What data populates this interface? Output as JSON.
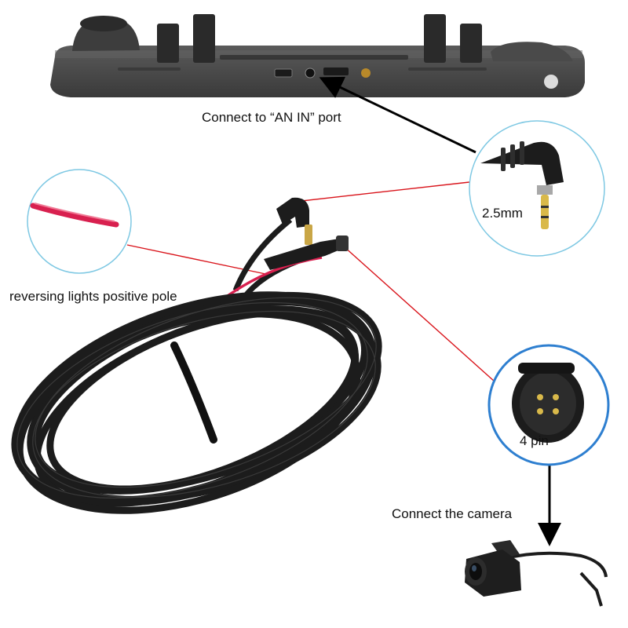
{
  "labels": {
    "an_in_port": "Connect to “AN IN” port",
    "jack_size": "2.5mm",
    "reversing_lights": "reversing lights positive pole",
    "pin_count": "4 pin",
    "connect_camera": "Connect the camera"
  },
  "colors": {
    "pointer_line": "#d9141b",
    "arrow": "#000000",
    "callout_ring": "#7ec8e3",
    "callout_ring_strong": "#2e7fd0",
    "cable": "#1c1c1c",
    "red_wire": "#d8204f",
    "device_body": "#4a4a4a"
  },
  "icons": {
    "device": "rearview-mirror-dashcam",
    "plug_25mm": "angled-2.5mm-jack-icon",
    "red_wire": "red-wire-icon",
    "connector_4pin": "4-pin-connector-icon",
    "camera": "rear-camera-icon",
    "cable_coil": "cable-coil-icon"
  }
}
